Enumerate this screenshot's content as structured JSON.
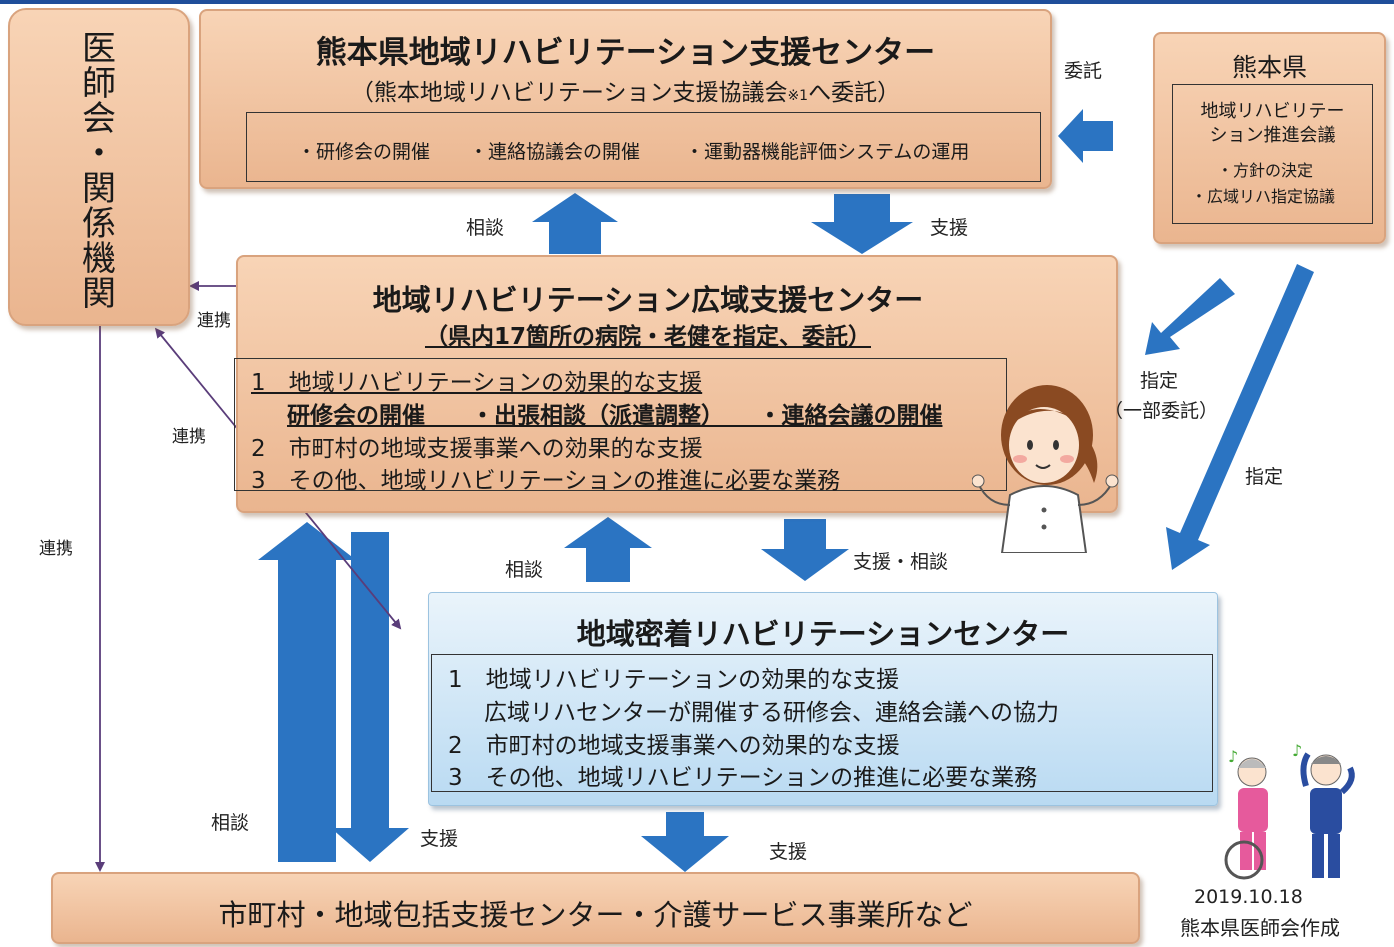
{
  "doctors": {
    "label": "医師会・関係機関",
    "chars": [
      "医",
      "師",
      "会",
      "・",
      "関",
      "係",
      "機",
      "関"
    ]
  },
  "prefecture_center": {
    "title": "熊本県地域リハビリテーション支援センター",
    "subtitle": "（熊本地域リハビリテーション支援協議会",
    "note_mark": "※1",
    "subtitle_end": "へ委託）",
    "items": [
      "・研修会の開催",
      "・連絡協議会の開催",
      "・運動器機能評価システムの運用"
    ]
  },
  "kumamoto": {
    "title": "熊本県",
    "council_line1": "地域リハビリテー",
    "council_line2": "ション推進会議",
    "item1": "・方針の決定",
    "item2": "・広域リハ指定協議"
  },
  "regional_center": {
    "title": "地域リハビリテーション広域支援センター",
    "subtitle": "（県内17箇所の病院・老健を指定、委託）",
    "item1": "1　地域リハビリテーションの効果的な支援",
    "item1_sub": "研修会の開催　　・出張相談（派遣調整）　　・連絡会議の開催",
    "item2": "2　市町村の地域支援事業への効果的な支援",
    "item3": "3　その他、地域リハビリテーションの推進に必要な業務"
  },
  "local_center": {
    "title": "地域密着リハビリテーションセンター",
    "item1": "1　地域リハビリテーションの効果的な支援",
    "item1_sub": "広域リハセンターが開催する研修会、連絡会議への協力",
    "item2": "2　市町村の地域支援事業への効果的な支援",
    "item3": "3　その他、地域リハビリテーションの推進に必要な業務"
  },
  "municipal": {
    "title": "市町村・地域包括支援センター・介護サービス事業所など"
  },
  "labels": {
    "itaku": "委託",
    "soudan": "相談",
    "shien": "支援",
    "renkei": "連携",
    "shitei": "指定",
    "ichibu_itaku": "（一部委託）",
    "shien_soudan": "支援・相談"
  },
  "footer": {
    "date": "2019.10.18",
    "author": "熊本県医師会作成"
  },
  "colors": {
    "orange_box": "#eab58f",
    "blue_box": "#b9daf2",
    "arrow": "#2b74c2",
    "link_line": "#5a3d7a"
  }
}
